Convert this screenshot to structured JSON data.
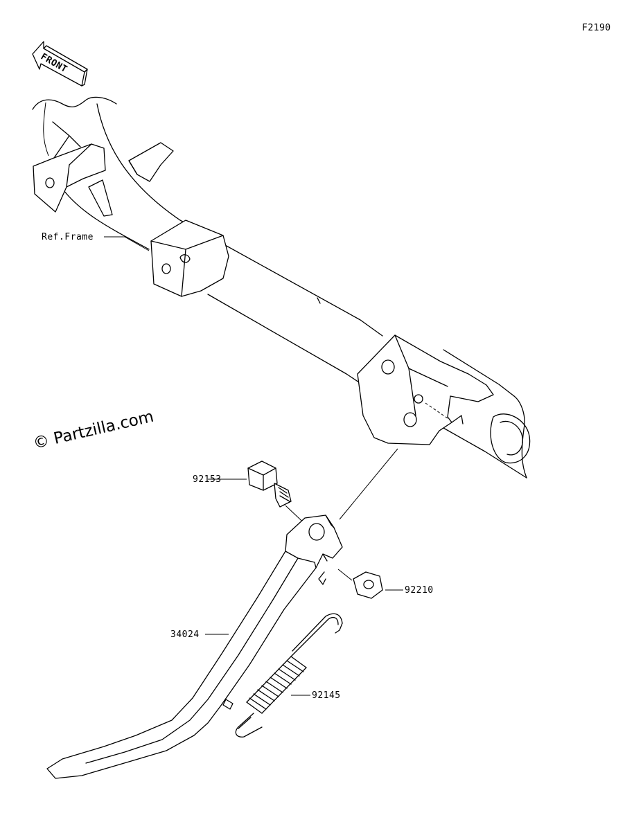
{
  "figure_code": "F2190",
  "front_arrow": {
    "label": "FRONT",
    "icon": "front-direction-arrow-icon"
  },
  "watermark": "© Partzilla.com",
  "callouts": {
    "frame": "Ref.Frame",
    "bolt": "92153",
    "nut": "92210",
    "stand": "34024",
    "spring": "92145"
  }
}
